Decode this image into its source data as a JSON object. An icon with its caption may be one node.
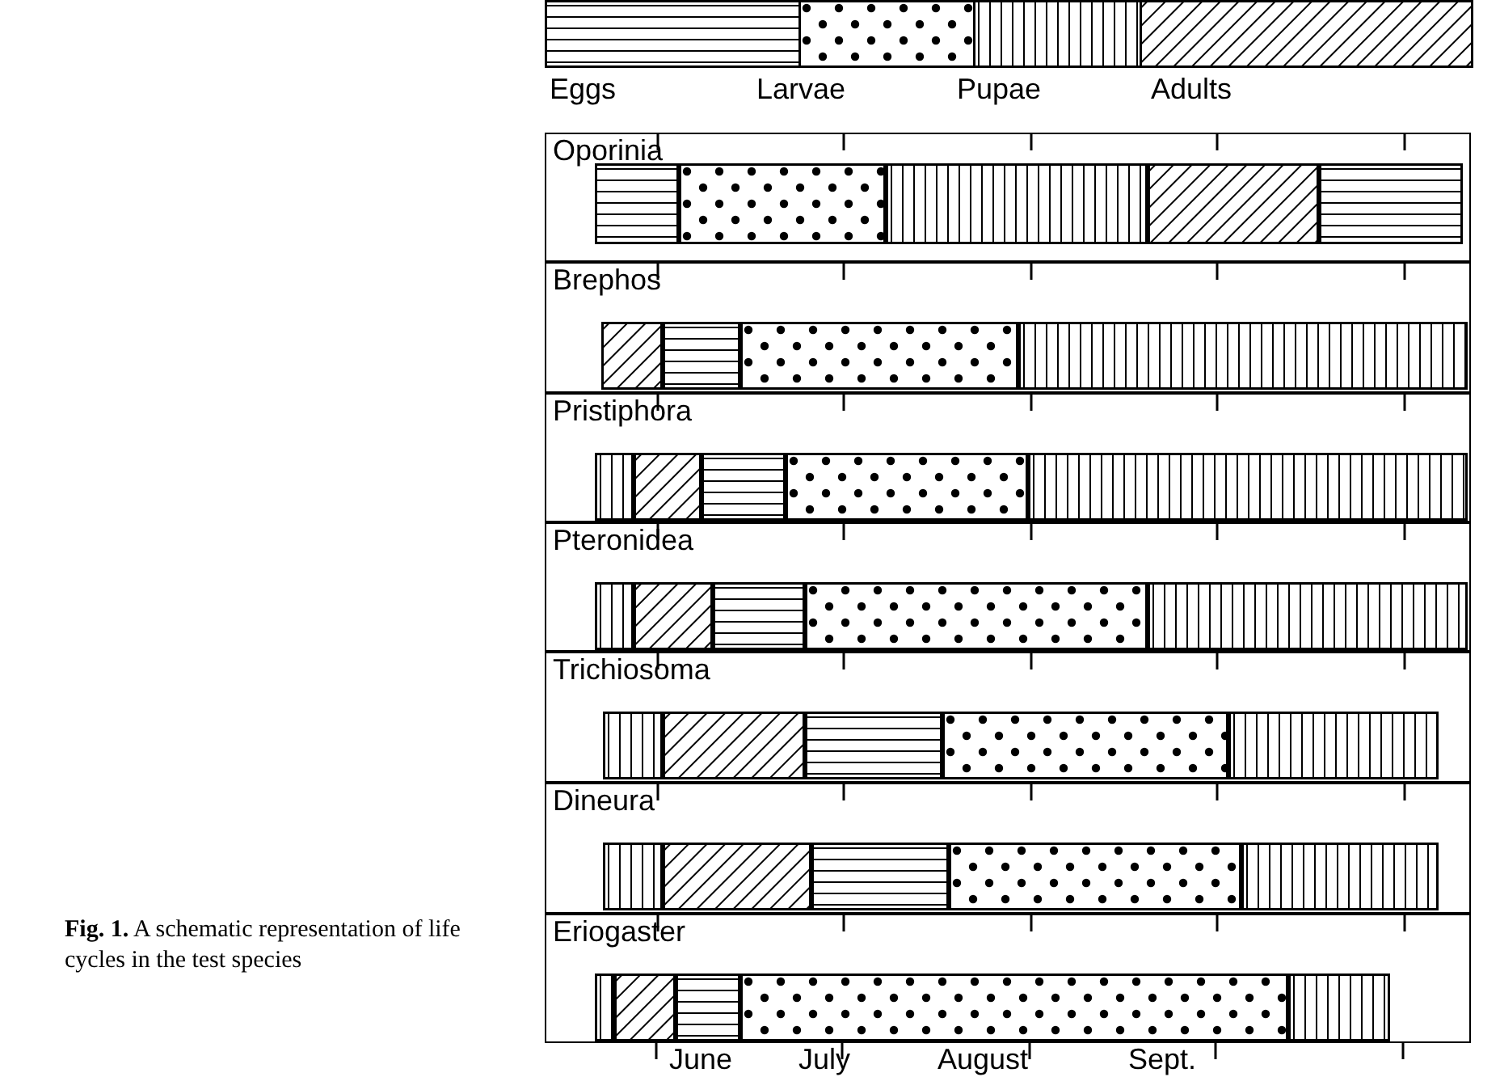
{
  "diagram": {
    "caption": "**Fig. 1.** A schematic representation of life cycles in the test species",
    "nodes": [
      {
        "text": [
          "Oporinia"
        ]
      },
      {
        "text": [],
        "shape": "bar",
        "in": 0
      },
      {
        "text": [],
        "shape": "bar",
        "in": 0
      },
      {
        "text": [],
        "shape": "bar",
        "in": 0
      },
      {
        "text": [],
        "shape": "bar",
        "in": 0
      },
      {
        "text": [],
        "shape": "bar",
        "in": 0
      },
      {
        "text": [
          "Brephos"
        ]
      },
      {
        "text": [],
        "shape": "bar",
        "in": 6
      },
      {
        "text": [],
        "shape": "bar",
        "in": 6
      },
      {
        "text": [],
        "shape": "bar",
        "in": 6
      },
      {
        "text": [],
        "shape": "bar",
        "in": 6
      },
      {
        "text": [
          "Pristiphora"
        ]
      },
      {
        "text": [],
        "shape": "bar",
        "in": 11
      },
      {
        "text": [],
        "shape": "bar",
        "in": 11
      },
      {
        "text": [],
        "shape": "bar",
        "in": 11
      },
      {
        "text": [],
        "shape": "bar",
        "in": 11
      },
      {
        "text": [],
        "shape": "bar",
        "in": 11
      },
      {
        "text": [
          "Pteronidea"
        ]
      },
      {
        "text": [],
        "shape": "bar",
        "in": 17
      },
      {
        "text": [],
        "shape": "bar",
        "in": 17
      },
      {
        "text": [],
        "shape": "bar",
        "in": 17
      },
      {
        "text": [],
        "shape": "bar",
        "in": 17
      },
      {
        "text": [],
        "shape": "bar",
        "in": 17
      },
      {
        "text": [
          "Trichiosoma"
        ]
      },
      {
        "text": [],
        "shape": "bar",
        "in": 23
      },
      {
        "text": [],
        "shape": "bar",
        "in": 23
      },
      {
        "text": [],
        "shape": "bar",
        "in": 23
      },
      {
        "text": [],
        "shape": "bar",
        "in": 23
      },
      {
        "text": [],
        "shape": "bar",
        "in": 23
      },
      {
        "text": [
          "Dineura"
        ]
      },
      {
        "text": [],
        "shape": "bar",
        "in": 29
      },
      {
        "text": [],
        "shape": "bar",
        "in": 29
      },
      {
        "text": [],
        "shape": "bar",
        "in": 29
      },
      {
        "text": [],
        "shape": "bar",
        "in": 29
      },
      {
        "text": [],
        "shape": "bar",
        "in": 29
      },
      {
        "text": [
          "Eriogaster"
        ]
      },
      {
        "text": [],
        "shape": "bar",
        "in": 35
      },
      {
        "text": [],
        "shape": "bar",
        "in": 35
      },
      {
        "text": [],
        "shape": "bar",
        "in": 35
      },
      {
        "text": [],
        "shape": "bar",
        "in": 35
      },
      {
        "text": [],
        "shape": "bar",
        "in": 35
      }
    ],
    "labels": [
      "June",
      "July",
      "August",
      "Sept."
    ],
    "legend": [
      {
        "text": "Eggs"
      },
      {
        "text": "Larvae"
      },
      {
        "text": "Pupae"
      },
      {
        "text": "Adults"
      }
    ]
  }
}
